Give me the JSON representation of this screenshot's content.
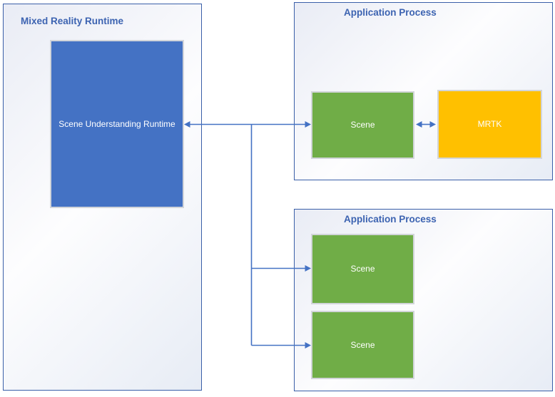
{
  "runtime_panel": {
    "title": "Mixed Reality Runtime",
    "node": {
      "label": "Scene Understanding Runtime",
      "fill": "#4472C4"
    }
  },
  "app_process_top": {
    "title": "Application Process",
    "nodes": [
      {
        "label": "Scene",
        "fill": "#70AD47"
      },
      {
        "label": "MRTK",
        "fill": "#FFC000"
      }
    ]
  },
  "app_process_bottom": {
    "title": "Application Process",
    "nodes": [
      {
        "label": "Scene",
        "fill": "#70AD47"
      },
      {
        "label": "Scene",
        "fill": "#70AD47"
      }
    ]
  },
  "connections": [
    {
      "from": "Scene Understanding Runtime",
      "to": "Scene (top Application Process)",
      "arrowheads": "both ends"
    },
    {
      "from": "Scene (top Application Process)",
      "to": "MRTK",
      "arrowheads": "both ends"
    },
    {
      "from": "Scene Understanding Runtime",
      "to": "Scene (bottom Application Process, upper)",
      "arrowheads": "at Scene"
    },
    {
      "from": "Scene Understanding Runtime",
      "to": "Scene (bottom Application Process, lower)",
      "arrowheads": "at Scene"
    }
  ],
  "colors": {
    "node_blue": "#4472C4",
    "node_green": "#70AD47",
    "node_gold": "#FFC000",
    "connector_blue": "#4472C4",
    "panel_border_blue": "#3A5FA8",
    "title_text_blue": "#3C63B1",
    "node_text": "#FFFFFF"
  }
}
